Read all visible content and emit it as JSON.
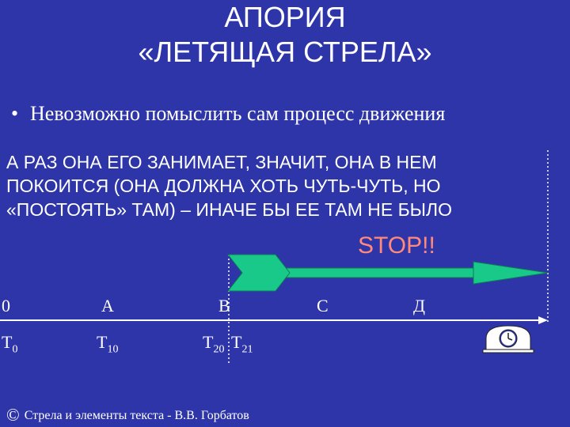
{
  "title": {
    "line1": "АПОРИЯ",
    "line2": "«ЛЕТЯЩАЯ СТРЕЛА»"
  },
  "bullet": {
    "text": "Невозможно помыслить сам процесс движения"
  },
  "paragraph": {
    "line1": "А РАЗ ОНА ЕГО ЗАНИМАЕТ, ЗНАЧИТ, ОНА В НЕМ",
    "line2": "ПОКОИТСЯ (ОНА ДОЛЖНА ХОТЬ ЧУТЬ-ЧУТЬ, НО",
    "line3": "«ПОСТОЯТЬ» ТАМ) – ИНАЧЕ БЫ ЕЕ ТАМ НЕ БЫЛО"
  },
  "stop_label": "STOP!!",
  "points": {
    "p0": "0",
    "pA": "А",
    "pB": "В",
    "pC": "С",
    "pD": "Д"
  },
  "times": {
    "t0": "T",
    "t0_sub": "0",
    "t10": "T",
    "t10_sub": "10",
    "t20": "T",
    "t20_sub": "20",
    "t21": "T",
    "t21_sub": "21"
  },
  "footer": {
    "copyright_symbol": "©",
    "text": "Стрела и элементы текста - В.В. Горбатов"
  },
  "colors": {
    "background": "#2e35a8",
    "arrow_fill": "#19c98a",
    "stop_text": "#ff8a7a",
    "lines": "#ffffff"
  },
  "icons": {
    "clock": "clock-icon"
  }
}
